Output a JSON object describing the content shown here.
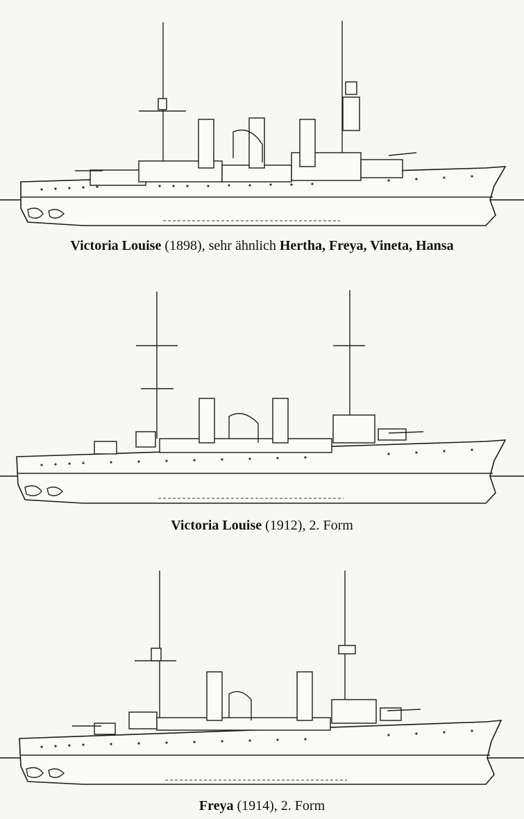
{
  "drawings": [
    {
      "caption": {
        "name1": "Victoria Louise",
        "text1": " (1898), sehr ähnlich ",
        "name2": "Hertha, Freya, Vineta, Hansa",
        "text2": ""
      }
    },
    {
      "caption": {
        "name1": "Victoria Louise",
        "text1": " (1912), 2. Form",
        "name2": "",
        "text2": ""
      }
    },
    {
      "caption": {
        "name1": "Freya",
        "text1": " (1914), 2. Form",
        "name2": "",
        "text2": ""
      }
    }
  ]
}
